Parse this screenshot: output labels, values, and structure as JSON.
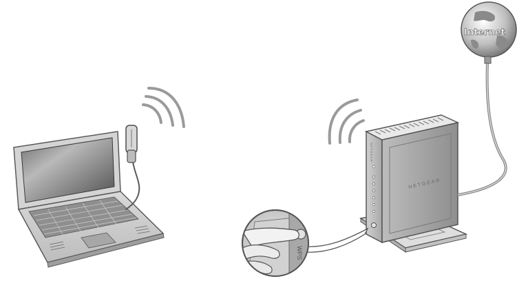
{
  "globe": {
    "label": "Internet"
  },
  "router": {
    "brand_front": "NETGEAR",
    "brand_side": "NETGEAR"
  },
  "wps_callout": {
    "button_label": "WPS"
  }
}
